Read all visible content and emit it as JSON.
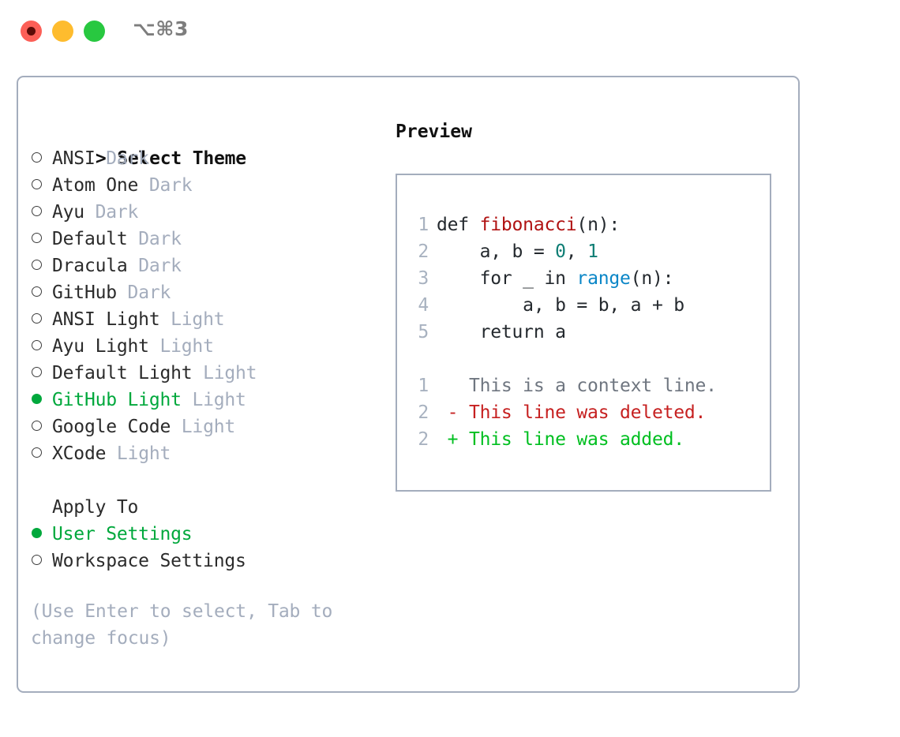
{
  "titlebar": {
    "shortcut": "⌥⌘3",
    "buttons": [
      "close",
      "minimize",
      "maximize"
    ]
  },
  "left_panel": {
    "header": "Select Theme",
    "header_prefix": "> ",
    "themes": [
      {
        "name": "ANSI",
        "tag": "Dark",
        "selected": false
      },
      {
        "name": "Atom One",
        "tag": "Dark",
        "selected": false
      },
      {
        "name": "Ayu",
        "tag": "Dark",
        "selected": false
      },
      {
        "name": "Default",
        "tag": "Dark",
        "selected": false
      },
      {
        "name": "Dracula",
        "tag": "Dark",
        "selected": false
      },
      {
        "name": "GitHub",
        "tag": "Dark",
        "selected": false
      },
      {
        "name": "ANSI Light",
        "tag": "Light",
        "selected": false
      },
      {
        "name": "Ayu Light",
        "tag": "Light",
        "selected": false
      },
      {
        "name": "Default Light",
        "tag": "Light",
        "selected": false
      },
      {
        "name": "GitHub Light",
        "tag": "Light",
        "selected": true
      },
      {
        "name": "Google Code",
        "tag": "Light",
        "selected": false
      },
      {
        "name": "XCode",
        "tag": "Light",
        "selected": false
      }
    ],
    "apply_to": {
      "header": "Apply To",
      "options": [
        {
          "name": "User Settings",
          "selected": true
        },
        {
          "name": "Workspace Settings",
          "selected": false
        }
      ]
    },
    "help_text": "(Use Enter to select, Tab to change focus)"
  },
  "right_panel": {
    "title": "Preview",
    "code_lines": [
      {
        "num": "1",
        "segments": [
          {
            "t": "def ",
            "c": "code"
          },
          {
            "t": "fibonacci",
            "c": "fn"
          },
          {
            "t": "(n):",
            "c": "code"
          }
        ]
      },
      {
        "num": "2",
        "segments": [
          {
            "t": "    a, b = ",
            "c": "code"
          },
          {
            "t": "0",
            "c": "num"
          },
          {
            "t": ", ",
            "c": "code"
          },
          {
            "t": "1",
            "c": "num"
          }
        ]
      },
      {
        "num": "3",
        "segments": [
          {
            "t": "    for _ in ",
            "c": "code"
          },
          {
            "t": "range",
            "c": "bif"
          },
          {
            "t": "(n):",
            "c": "code"
          }
        ]
      },
      {
        "num": "4",
        "segments": [
          {
            "t": "        a, b = b, a + b",
            "c": "code"
          }
        ]
      },
      {
        "num": "5",
        "segments": [
          {
            "t": "    return a",
            "c": "code"
          }
        ]
      }
    ],
    "diff_lines": [
      {
        "num": "1",
        "segments": [
          {
            "t": "   This is a context line.",
            "c": "ctx"
          }
        ]
      },
      {
        "num": "2",
        "segments": [
          {
            "t": " - This line was deleted.",
            "c": "del"
          }
        ]
      },
      {
        "num": "2",
        "segments": [
          {
            "t": " + This line was added.",
            "c": "add"
          }
        ]
      }
    ]
  },
  "colors": {
    "accent_green": "#00a83c",
    "diff_add_green": "#00bf20",
    "diff_del_red": "#c62020",
    "function_red": "#b01212",
    "builtin_blue": "#0a86c7",
    "number_teal": "#0e7d74",
    "muted_grey": "#a4adbd",
    "border_grey": "#a4adbd",
    "traffic_red": "#fc5f57",
    "traffic_yellow": "#febc2e",
    "traffic_green": "#28c840"
  }
}
